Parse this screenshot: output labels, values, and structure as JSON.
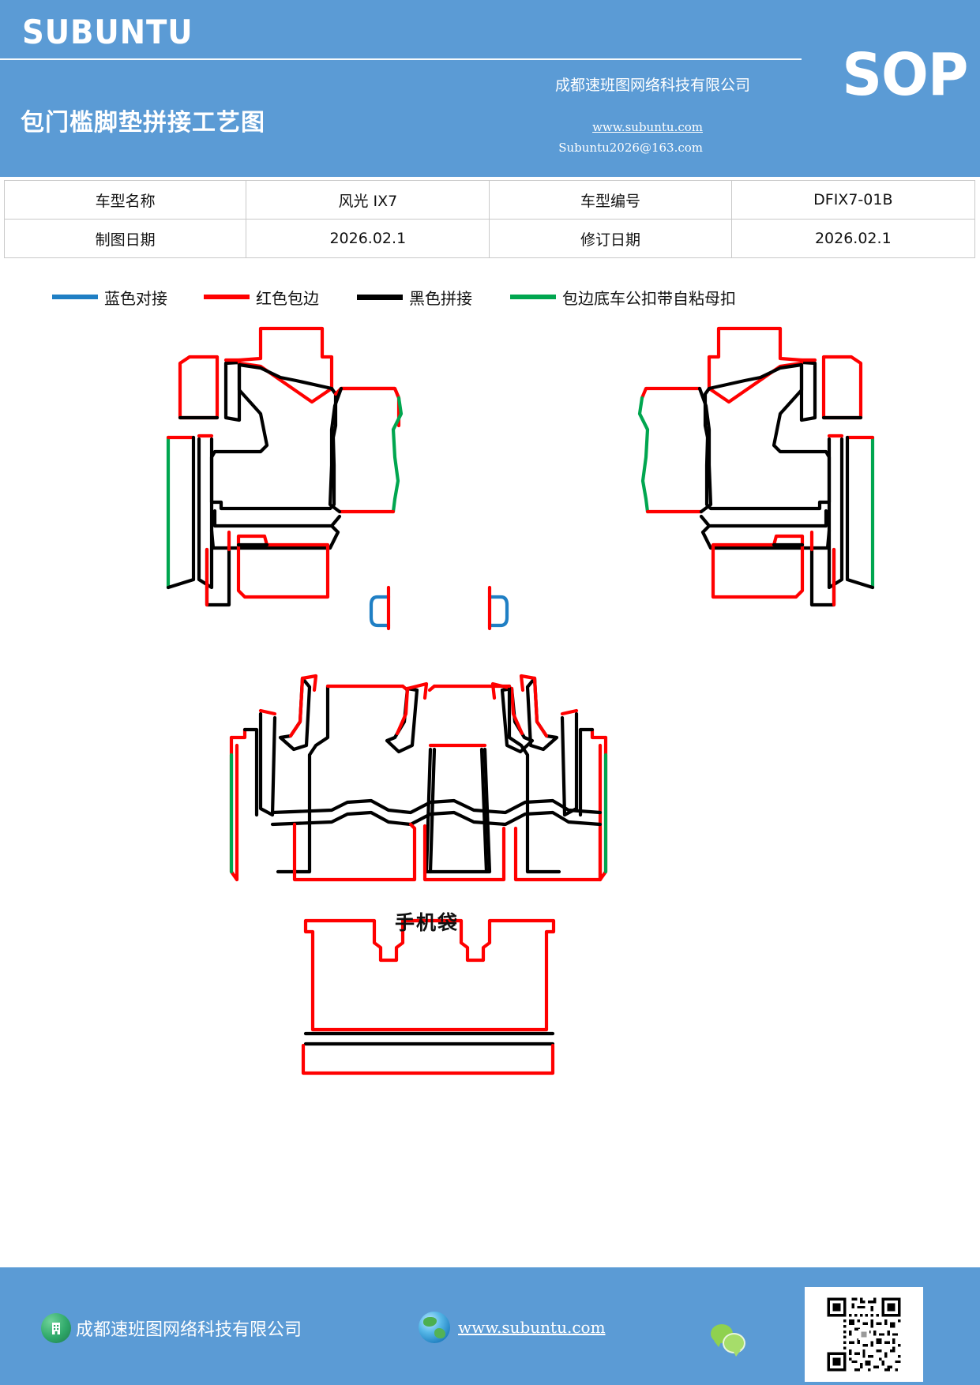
{
  "header": {
    "brand": "SUBUNTU",
    "doc_title": "包门槛脚垫拼接工艺图",
    "company": "成都速班图网络科技有限公司",
    "url": "www.subuntu.com",
    "email": "Subuntu2026@163.com",
    "badge": "SOP",
    "bg_color": "#5B9BD5"
  },
  "info_table": {
    "rows": [
      {
        "label1": "车型名称",
        "value1": "风光 IX7",
        "label2": "车型编号",
        "value2": "DFIX7-01B"
      },
      {
        "label1": "制图日期",
        "value1": "2026.02.1",
        "label2": "修订日期",
        "value2": "2026.02.1"
      }
    ]
  },
  "legend": {
    "items": [
      {
        "color": "#1F7FC4",
        "label": "蓝色对接",
        "icon": "line-swatch-blue"
      },
      {
        "color": "#FF0000",
        "label": "红色包边",
        "icon": "line-swatch-red"
      },
      {
        "color": "#000000",
        "label": "黑色拼接",
        "icon": "line-swatch-black"
      },
      {
        "color": "#00A64F",
        "label": "包边底车公扣带自粘母扣",
        "icon": "line-swatch-green"
      }
    ]
  },
  "drawing": {
    "annotations": {
      "phone_pocket": "手机袋"
    },
    "groups": [
      {
        "name": "front-left-mat-assembly",
        "pieces": 6
      },
      {
        "name": "front-right-mat-assembly",
        "pieces": 6
      },
      {
        "name": "second-row-mat-assembly",
        "pieces": 9
      },
      {
        "name": "trunk-mat-assembly",
        "pieces": 2
      }
    ],
    "stroke_colors": {
      "red": "#FF0000",
      "black": "#000000",
      "green": "#00A64F",
      "blue": "#1F7FC4"
    }
  },
  "footer": {
    "company": "成都速班图网络科技有限公司",
    "url": "www.subuntu.com",
    "bg_color": "#5B9BD5",
    "icons": {
      "company": "building-icon",
      "web": "globe-icon",
      "wechat": "wechat-icon",
      "qr": "qr-code"
    }
  }
}
